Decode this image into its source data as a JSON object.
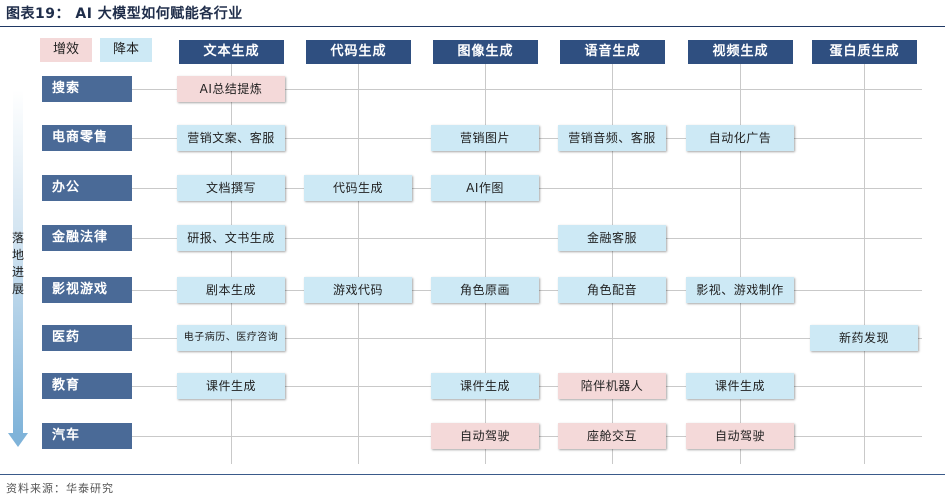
{
  "title": "图表19： AI 大模型如何赋能各行业",
  "legend": {
    "increase": "增效",
    "decrease": "降本"
  },
  "columns": [
    "文本生成",
    "代码生成",
    "图像生成",
    "语音生成",
    "视频生成",
    "蛋白质生成"
  ],
  "rows": [
    "搜索",
    "电商零售",
    "办公",
    "金融法律",
    "影视游戏",
    "医药",
    "教育",
    "汽车"
  ],
  "axis_label": "落地进展",
  "source": "资料来源：华泰研究",
  "cells": [
    {
      "row": 0,
      "col": 0,
      "text": "AI总结提炼",
      "type": "increase"
    },
    {
      "row": 1,
      "col": 0,
      "text": "营销文案、客服",
      "type": "decrease"
    },
    {
      "row": 1,
      "col": 2,
      "text": "营销图片",
      "type": "decrease"
    },
    {
      "row": 1,
      "col": 3,
      "text": "营销音频、客服",
      "type": "decrease"
    },
    {
      "row": 1,
      "col": 4,
      "text": "自动化广告",
      "type": "decrease"
    },
    {
      "row": 2,
      "col": 0,
      "text": "文档撰写",
      "type": "decrease"
    },
    {
      "row": 2,
      "col": 1,
      "text": "代码生成",
      "type": "decrease"
    },
    {
      "row": 2,
      "col": 2,
      "text": "AI作图",
      "type": "decrease"
    },
    {
      "row": 3,
      "col": 0,
      "text": "研报、文书生成",
      "type": "decrease"
    },
    {
      "row": 3,
      "col": 3,
      "text": "金融客服",
      "type": "decrease"
    },
    {
      "row": 4,
      "col": 0,
      "text": "剧本生成",
      "type": "decrease"
    },
    {
      "row": 4,
      "col": 1,
      "text": "游戏代码",
      "type": "decrease"
    },
    {
      "row": 4,
      "col": 2,
      "text": "角色原画",
      "type": "decrease"
    },
    {
      "row": 4,
      "col": 3,
      "text": "角色配音",
      "type": "decrease"
    },
    {
      "row": 4,
      "col": 4,
      "text": "影视、游戏制作",
      "type": "decrease"
    },
    {
      "row": 5,
      "col": 0,
      "text": "电子病历、医疗咨询",
      "type": "decrease"
    },
    {
      "row": 5,
      "col": 5,
      "text": "新药发现",
      "type": "decrease"
    },
    {
      "row": 6,
      "col": 0,
      "text": "课件生成",
      "type": "decrease"
    },
    {
      "row": 6,
      "col": 2,
      "text": "课件生成",
      "type": "decrease"
    },
    {
      "row": 6,
      "col": 3,
      "text": "陪伴机器人",
      "type": "increase"
    },
    {
      "row": 6,
      "col": 4,
      "text": "课件生成",
      "type": "decrease"
    },
    {
      "row": 7,
      "col": 2,
      "text": "自动驾驶",
      "type": "increase"
    },
    {
      "row": 7,
      "col": 3,
      "text": "座舱交互",
      "type": "increase"
    },
    {
      "row": 7,
      "col": 4,
      "text": "自动驾驶",
      "type": "increase"
    }
  ]
}
